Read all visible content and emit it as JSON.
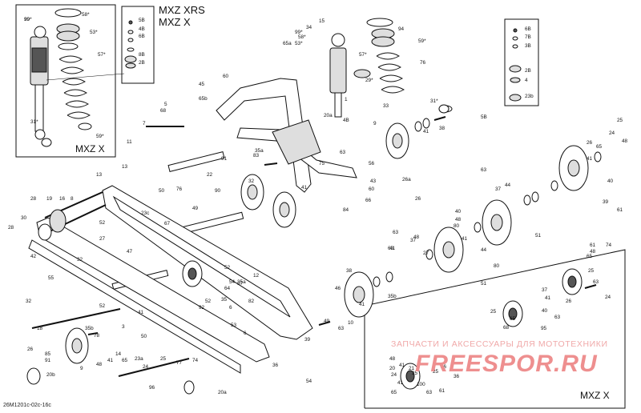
{
  "header": {
    "model_line1": "MXZ XRS",
    "model_line2": "MXZ X"
  },
  "inset_left": {
    "caption": "MXZ X"
  },
  "inset_bottom": {
    "caption": "MXZ X"
  },
  "document_code": "26M1201c-02c-16c",
  "watermark": {
    "text_ru": "ЗАПЧАСТИ И АКСЕССУАРЫ ДЛЯ МОТОТЕХНИКИ",
    "logo": "FREESPOR.RU"
  },
  "callouts": [
    "99*",
    "58*",
    "53*",
    "57*",
    "31*",
    "59*",
    "5B",
    "4B",
    "6B",
    "8B",
    "2B",
    "15",
    "34",
    "99*",
    "58*",
    "53*",
    "57*",
    "29*",
    "1",
    "94",
    "59*",
    "76",
    "31*",
    "5B",
    "4B",
    "6B",
    "7B",
    "3B",
    "2B",
    "4",
    "23b",
    "65a",
    "60",
    "45",
    "65b",
    "5",
    "68",
    "7",
    "35a",
    "83",
    "91",
    "20a",
    "9",
    "63",
    "56",
    "38",
    "41",
    "33",
    "26a",
    "43",
    "60",
    "66",
    "84",
    "75",
    "11",
    "13",
    "13",
    "50",
    "76",
    "22",
    "23c",
    "32",
    "90",
    "49",
    "67",
    "28",
    "19",
    "16",
    "8",
    "28",
    "30",
    "42",
    "52",
    "27",
    "32",
    "47",
    "52",
    "54",
    "35a",
    "12",
    "55",
    "61",
    "39",
    "40",
    "41",
    "65",
    "24",
    "25",
    "26",
    "48",
    "63",
    "37",
    "44",
    "40",
    "48",
    "80",
    "51",
    "44",
    "41",
    "63",
    "37",
    "80",
    "63",
    "48",
    "51",
    "38",
    "46",
    "41",
    "27",
    "35b",
    "52",
    "92",
    "37",
    "64",
    "82",
    "32",
    "18",
    "52",
    "35b",
    "41",
    "3",
    "78",
    "50",
    "14",
    "23a",
    "96",
    "77",
    "35",
    "6",
    "53",
    "6",
    "26",
    "85",
    "91",
    "20b",
    "9",
    "48",
    "41",
    "65",
    "24",
    "25",
    "20a",
    "74",
    "36",
    "54",
    "26",
    "74",
    "61",
    "48",
    "65",
    "25",
    "63",
    "24",
    "26",
    "37",
    "41",
    "40",
    "95",
    "25",
    "65",
    "68",
    "49",
    "10",
    "63",
    "39",
    "41",
    "21",
    "20",
    "24",
    "25",
    "25",
    "26",
    "48",
    "65",
    "63",
    "100",
    "41",
    "36",
    "61",
    "41",
    "63",
    "41",
    "39"
  ]
}
